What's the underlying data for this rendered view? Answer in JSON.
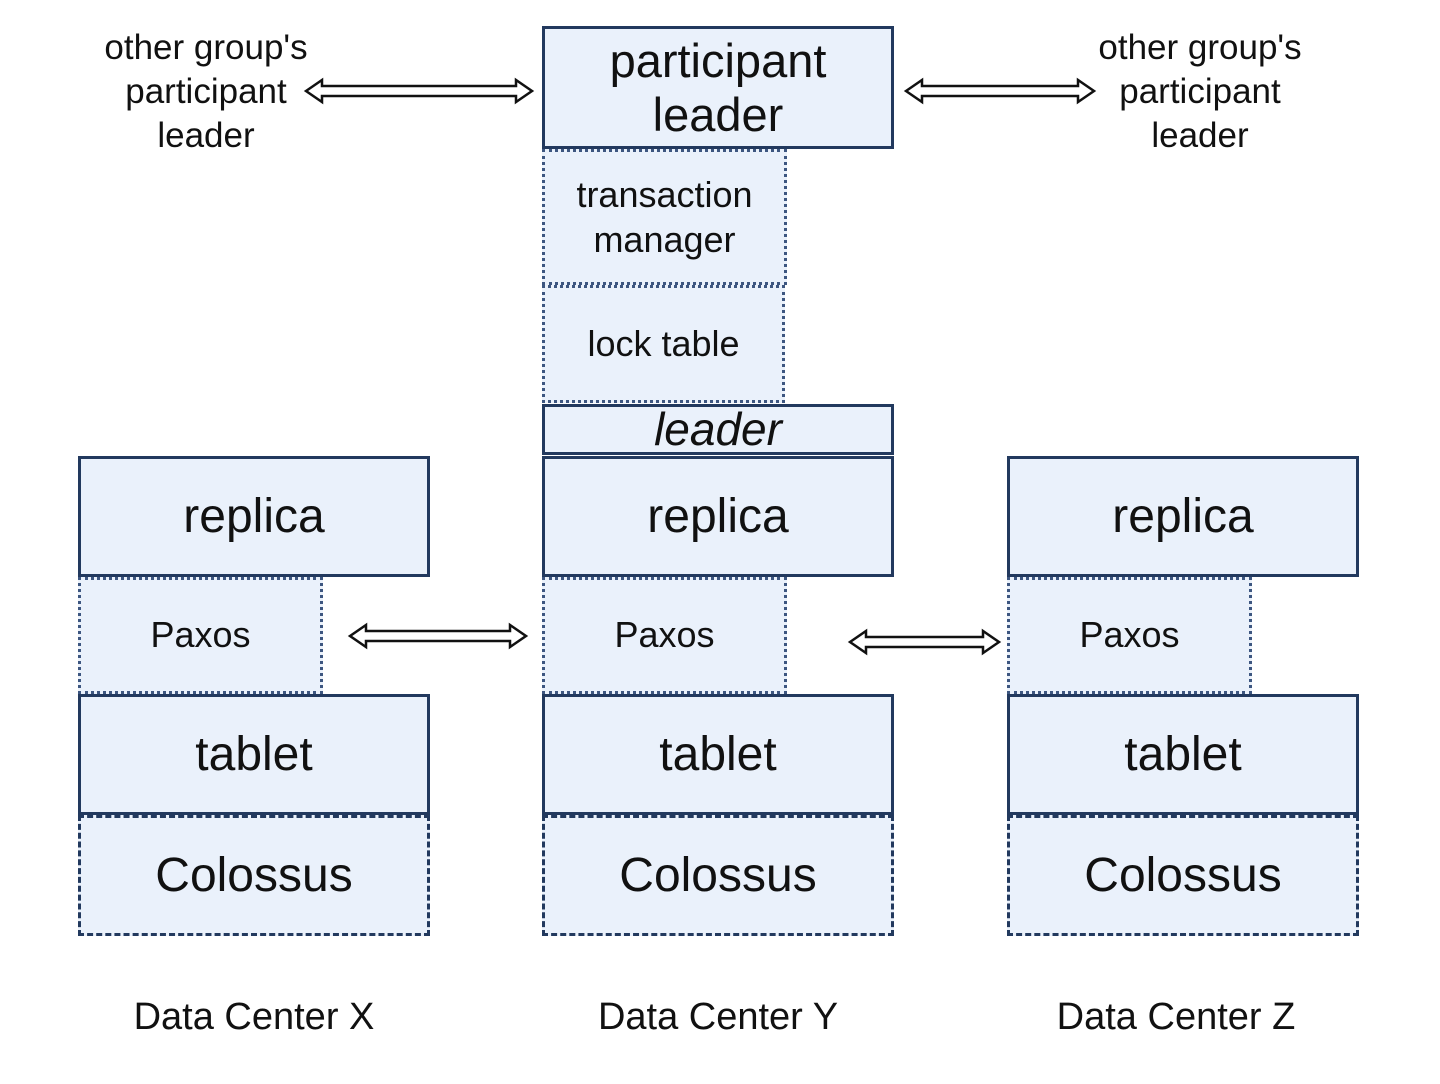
{
  "top": {
    "participant_leader": "participant\nleader",
    "left_label": "other group's\nparticipant\nleader",
    "right_label": "other group's\nparticipant\nleader",
    "transaction_manager": "transaction\nmanager",
    "lock_table": "lock table",
    "leader": "leader"
  },
  "columns": [
    {
      "replica": "replica",
      "paxos": "Paxos",
      "tablet": "tablet",
      "storage": "Colossus",
      "caption": "Data Center X"
    },
    {
      "replica": "replica",
      "paxos": "Paxos",
      "tablet": "tablet",
      "storage": "Colossus",
      "caption": "Data Center Y"
    },
    {
      "replica": "replica",
      "paxos": "Paxos",
      "tablet": "tablet",
      "storage": "Colossus",
      "caption": "Data Center Z"
    }
  ],
  "colors": {
    "box_fill": "#eaf1fb",
    "box_border": "#22395e",
    "dotted_border": "#3d5680"
  }
}
